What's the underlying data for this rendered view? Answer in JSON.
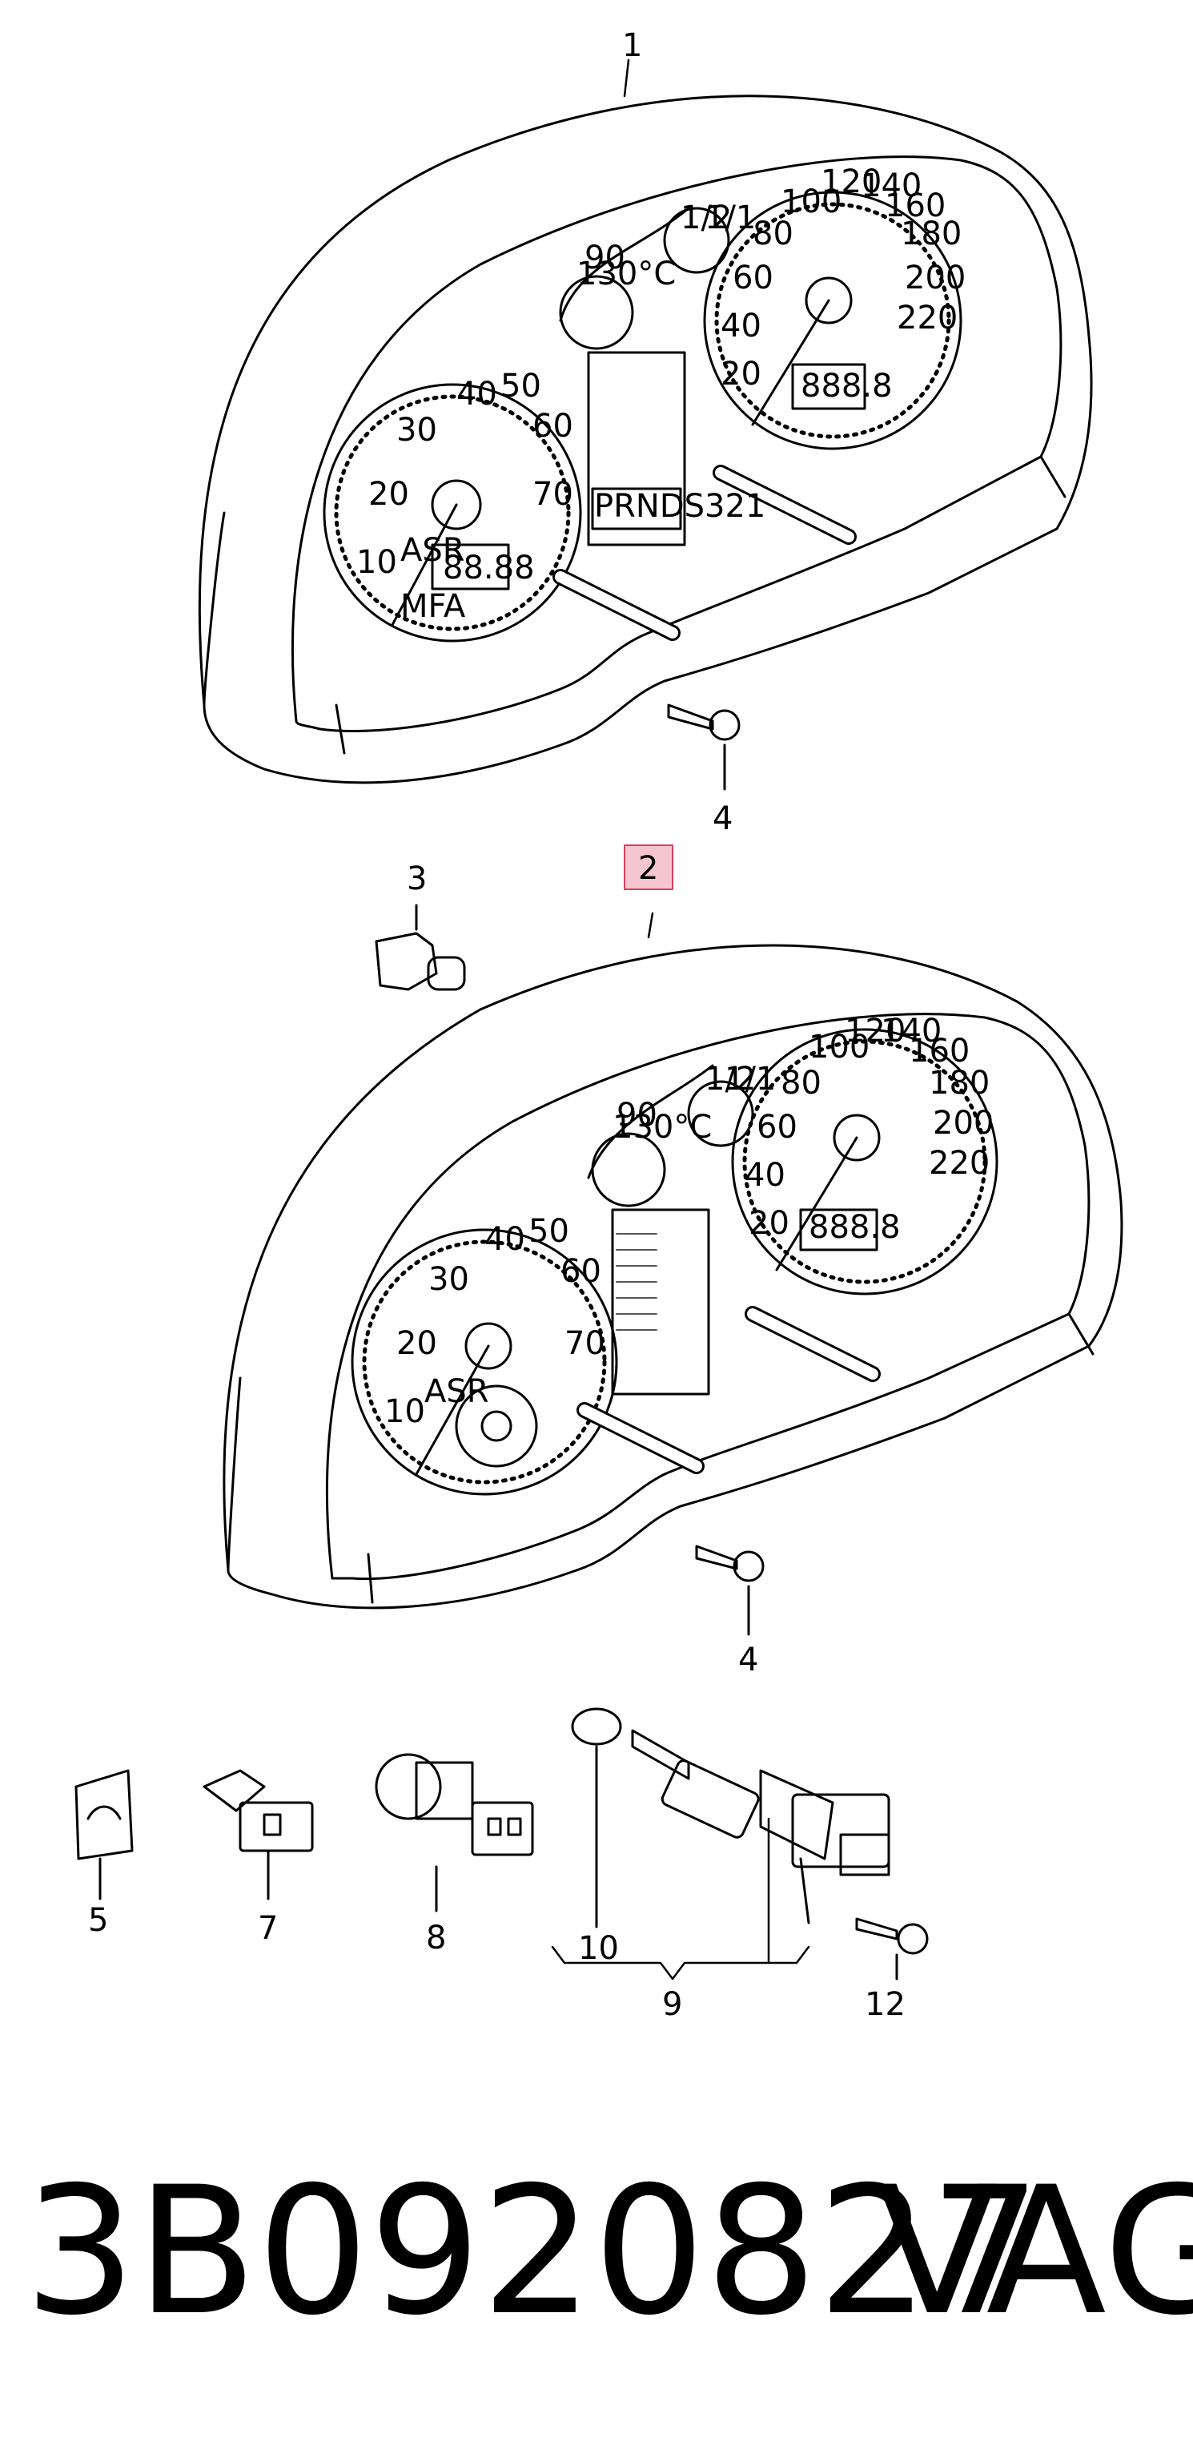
{
  "callouts": {
    "item_1": "1",
    "item_2": "2",
    "item_3": "3",
    "item_4a": "4",
    "item_4b": "4",
    "item_5": "5",
    "item_7": "7",
    "item_8": "8",
    "item_9": "9",
    "item_10": "10",
    "item_12": "12"
  },
  "cluster_1": {
    "speed_ticks": [
      "80",
      "100",
      "120",
      "140",
      "160",
      "180",
      "200",
      "220",
      "60",
      "40",
      "20"
    ],
    "rpm_ticks": [
      "10",
      "20",
      "30",
      "40",
      "50",
      "60",
      "70"
    ],
    "temp_label": "130°C",
    "temp_90": "90",
    "fuel_half": "1/2",
    "fuel_full": "1/1",
    "asr_label": "ASR",
    "lcd_left": "88.88",
    "lcd_right": "888.8",
    "gear_display": "PRNDS321",
    "mfa_label": "MFA"
  },
  "cluster_2": {
    "speed_ticks": [
      "80",
      "100",
      "120",
      "140",
      "160",
      "180",
      "200",
      "220",
      "60",
      "40",
      "20"
    ],
    "rpm_ticks": [
      "10",
      "20",
      "30",
      "40",
      "50",
      "60",
      "70"
    ],
    "temp_label": "130°C",
    "temp_90": "90",
    "fuel_half": "1/2",
    "fuel_full": "1/1",
    "asr_label": "ASR",
    "lcd_right": "888.8"
  },
  "footer": {
    "part_number": "3B0920827",
    "brand": "VAG"
  },
  "colors": {
    "highlight_fill": "#f5c6cf",
    "highlight_stroke": "#d2415d"
  }
}
